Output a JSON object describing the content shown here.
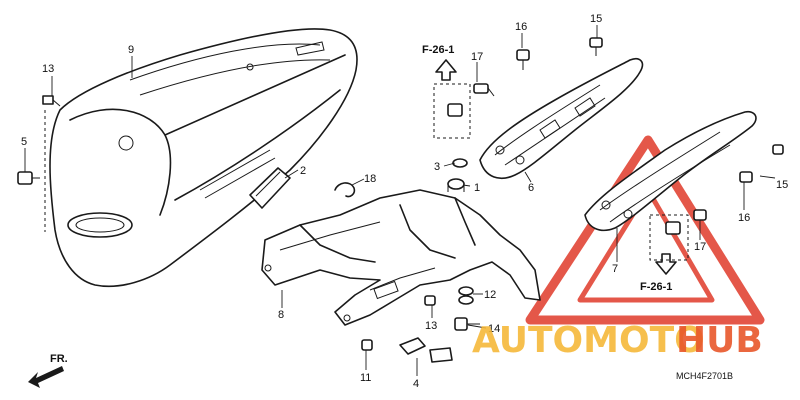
{
  "callouts": [
    {
      "id": "c9",
      "label": "9"
    },
    {
      "id": "c13a",
      "label": "13"
    },
    {
      "id": "c5",
      "label": "5"
    },
    {
      "id": "c2",
      "label": "2"
    },
    {
      "id": "c18",
      "label": "18"
    },
    {
      "id": "c8",
      "label": "8"
    },
    {
      "id": "c3",
      "label": "3"
    },
    {
      "id": "c1",
      "label": "1"
    },
    {
      "id": "c6",
      "label": "6"
    },
    {
      "id": "c16a",
      "label": "16"
    },
    {
      "id": "c15a",
      "label": "15"
    },
    {
      "id": "c17a",
      "label": "17"
    },
    {
      "id": "c12",
      "label": "12"
    },
    {
      "id": "c13b",
      "label": "13"
    },
    {
      "id": "c14",
      "label": "14"
    },
    {
      "id": "c11",
      "label": "11"
    },
    {
      "id": "c4",
      "label": "4"
    },
    {
      "id": "c7",
      "label": "7"
    },
    {
      "id": "c15b",
      "label": "15"
    },
    {
      "id": "c16b",
      "label": "16"
    },
    {
      "id": "c17b",
      "label": "17"
    }
  ],
  "refs": {
    "top": "F-26-1",
    "bottom": "F-26-1"
  },
  "front_label": "FR.",
  "diagram_code": "MCH4F2701B",
  "watermark": {
    "part1": "AUTOMOTO",
    "part2": "HUB",
    "color1": "#f5b83a",
    "color2": "#e8572a",
    "triangle_color": "#e03a2a"
  }
}
